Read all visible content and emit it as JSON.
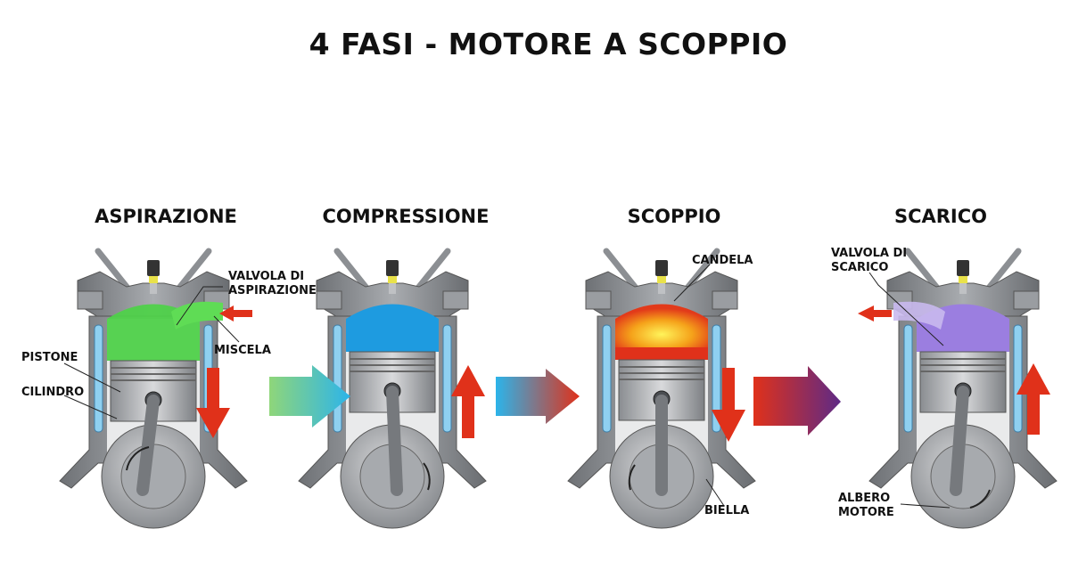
{
  "title": "4 FASI - MOTORE A SCOPPIO",
  "phases": [
    {
      "name": "ASPIRAZIONE",
      "chamber_color": "#4fd14a"
    },
    {
      "name": "COMPRESSIONE",
      "chamber_color": "#1e9be0"
    },
    {
      "name": "SCOPPIO",
      "chamber_color": "#f08a1a"
    },
    {
      "name": "SCARICO",
      "chamber_color": "#9b7ee0"
    }
  ],
  "labels": {
    "valvola_aspirazione": "VALVOLA DI\nASPIRAZIONE",
    "miscela": "MISCELA",
    "pistone": "PISTONE",
    "cilindro": "CILINDRO",
    "candela": "CANDELA",
    "biella": "BIELLA",
    "valvola_scarico": "VALVOLA DI\nSCARICO",
    "albero_motore": "ALBERO\nMOTORE"
  },
  "colors": {
    "arrow_red": "#e0311a",
    "transition_1": [
      "#8fd67a",
      "#2cb4ea"
    ],
    "transition_2": [
      "#2cb4ea",
      "#e0311a"
    ],
    "transition_3": [
      "#e0311a",
      "#5e2a86"
    ]
  }
}
